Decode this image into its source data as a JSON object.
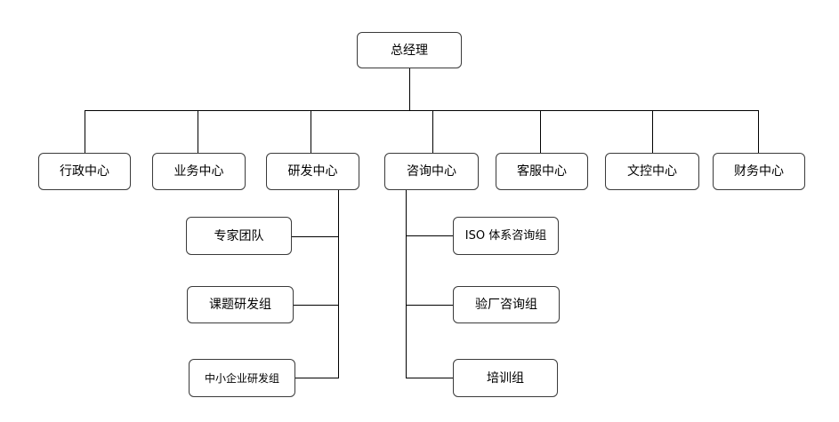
{
  "root": {
    "label": "总经理"
  },
  "departments": [
    {
      "label": "行政中心"
    },
    {
      "label": "业务中心"
    },
    {
      "label": "研发中心"
    },
    {
      "label": "咨询中心"
    },
    {
      "label": "客服中心"
    },
    {
      "label": "文控中心"
    },
    {
      "label": "财务中心"
    }
  ],
  "rnd_groups": [
    {
      "label": "专家团队"
    },
    {
      "label": "课题研发组"
    },
    {
      "label": "中小企业研发组"
    }
  ],
  "consulting_groups": [
    {
      "label": "ISO 体系咨询组"
    },
    {
      "label": "验厂咨询组"
    },
    {
      "label": "培训组"
    }
  ],
  "colors": {
    "line": "#000000",
    "border": "#3a3a3a",
    "background": "#ffffff"
  }
}
